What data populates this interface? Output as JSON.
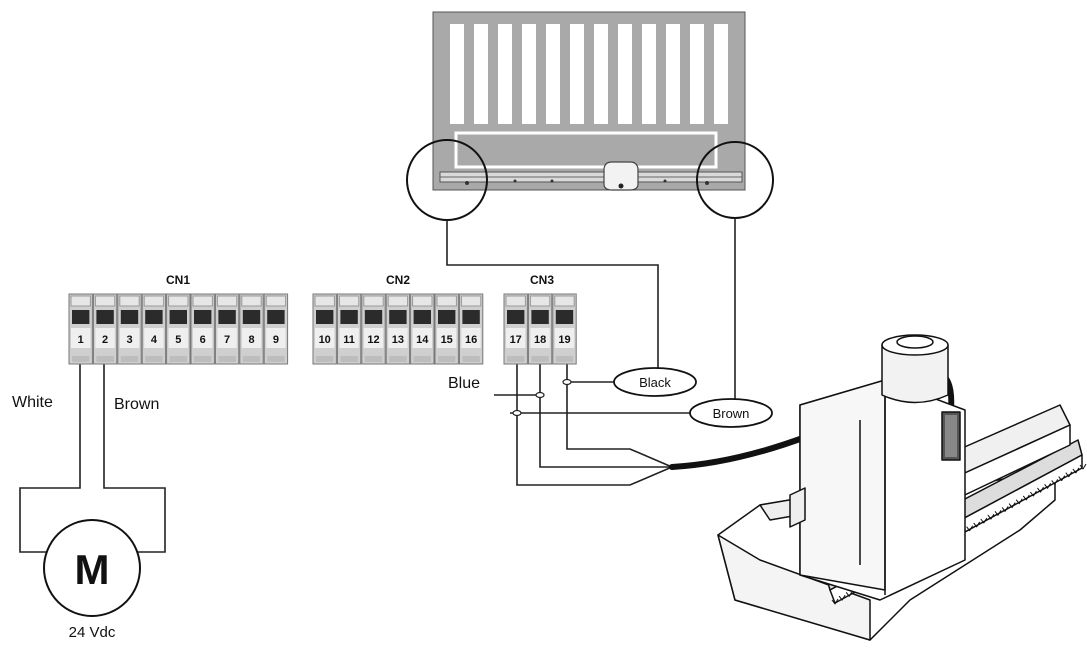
{
  "connectors": [
    {
      "name": "CN1",
      "terminals": [
        "1",
        "2",
        "3",
        "4",
        "5",
        "6",
        "7",
        "8",
        "9"
      ]
    },
    {
      "name": "CN2",
      "terminals": [
        "10",
        "11",
        "12",
        "13",
        "14",
        "15",
        "16"
      ]
    },
    {
      "name": "CN3",
      "terminals": [
        "17",
        "18",
        "19"
      ]
    }
  ],
  "motor": {
    "symbol": "M",
    "voltage": "24 Vdc"
  },
  "wire_labels": {
    "white": "White",
    "brown": "Brown",
    "blue": "Blue"
  },
  "limit_switch_labels": {
    "black": "Black",
    "brown": "Brown"
  },
  "colors": {
    "line": "#222222",
    "terminal_body": "#cfcfcf",
    "terminal_slot": "#2b2b2b",
    "gate_fill": "#a9a9a9"
  }
}
